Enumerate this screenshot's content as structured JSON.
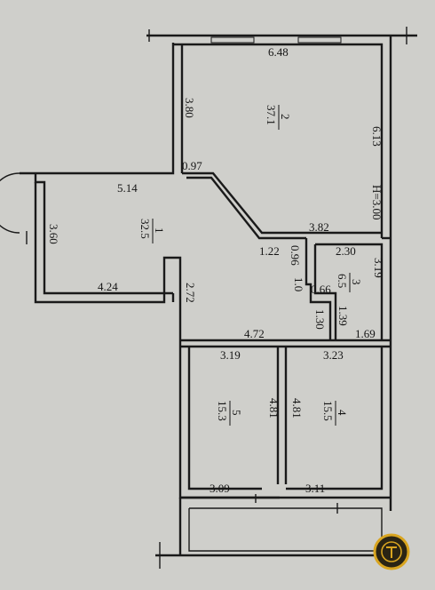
{
  "plan": {
    "dimensions": {
      "top_width": "6.48",
      "room2_left_height": "3.80",
      "room2_right_height": "6.13",
      "room2_corner": "0.97",
      "room1_top_width": "5.14",
      "ceiling_height": "H=3.00",
      "room2_bottom_right": "3.82",
      "room1_left_height": "3.60",
      "room1_bottom_width": "4.24",
      "room1_right_step": "2.72",
      "corridor_a": "1.22",
      "corridor_b": "0.96",
      "corridor_c": "1.0",
      "corridor_d": "0.66",
      "room3_width": "2.30",
      "room3_height": "3.19",
      "corridor_e": "1.30",
      "corridor_f": "1.39",
      "corridor_g": "1.69",
      "hall_width": "4.72",
      "room5_width": "3.19",
      "room4_width": "3.23",
      "room5_height": "4.81",
      "room4_height": "4.81",
      "room5_bottom": "3.09",
      "room4_bottom": "3.11"
    },
    "rooms": [
      {
        "number": "1",
        "area": "32.5"
      },
      {
        "number": "2",
        "area": "37.1"
      },
      {
        "number": "3",
        "area": "6.5"
      },
      {
        "number": "4",
        "area": "15.5"
      },
      {
        "number": "5",
        "area": "15.3"
      }
    ]
  },
  "badge": {
    "icon": "logo-badge-icon",
    "color": "#d9a520"
  }
}
